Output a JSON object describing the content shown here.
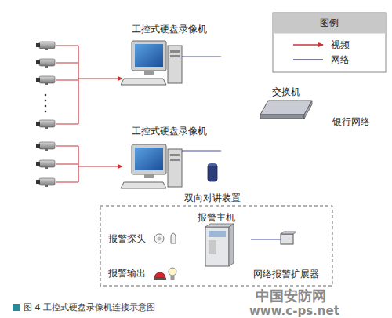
{
  "diagram": {
    "caption": "图 4 工控式硬盘录像机连接示意图",
    "nodes": [
      {
        "text": [
          "工控式硬盘录像机"
        ]
      },
      {
        "text": [
          "交换机"
        ]
      },
      {
        "text": [
          "银行网络"
        ]
      },
      {
        "text": [
          "工控式硬盘录像机"
        ]
      },
      {
        "text": [
          "双向对讲装置"
        ]
      },
      {
        "text": [
          "报警主机"
        ]
      },
      {
        "text": [
          "报警探头"
        ]
      },
      {
        "text": [
          "网络报警扩展器"
        ]
      },
      {
        "text": [
          "报警输出"
        ]
      }
    ],
    "edges": [
      {
        "from": 0,
        "to": 1,
        "arrow": "none"
      },
      {
        "from": 1,
        "to": 2,
        "arrow": "to"
      },
      {
        "from": 3,
        "to": 1,
        "arrow": "none"
      },
      {
        "from": 1,
        "to": 7,
        "arrow": "none"
      },
      {
        "from": 6,
        "to": 5,
        "arrow": "to"
      },
      {
        "from": 5,
        "to": 8,
        "arrow": "to"
      },
      {
        "from": 5,
        "to": 7,
        "arrow": "none"
      }
    ],
    "labels": [
      "图例",
      "中国安防网",
      "www.c-ps.net"
    ],
    "legend": [
      {
        "text": "视频"
      },
      {
        "text": "网络"
      }
    ]
  }
}
